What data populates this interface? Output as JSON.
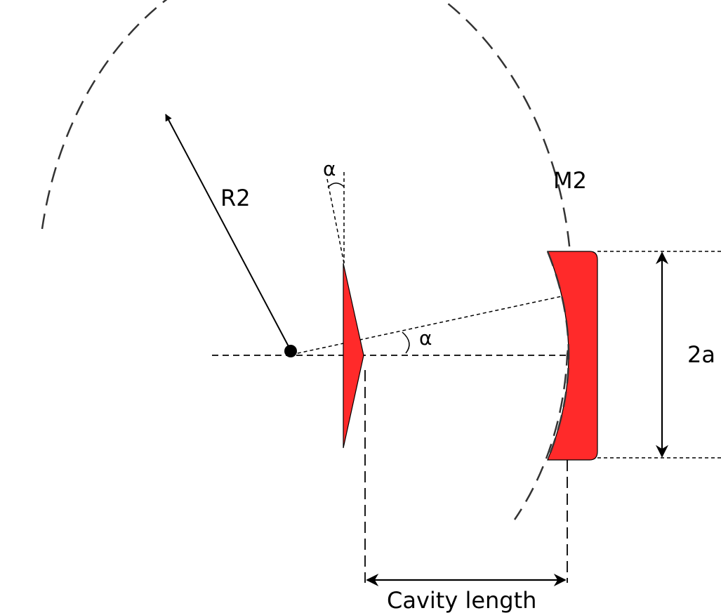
{
  "labels": {
    "radius": "R2",
    "mirror": "M2",
    "aperture": "2a",
    "cavity_length": "Cavity length",
    "angle_top": "α",
    "angle_axis": "α"
  },
  "colors": {
    "optic_fill": "#ff2a2a",
    "stroke": "#000000",
    "arc_stroke": "#333333"
  }
}
